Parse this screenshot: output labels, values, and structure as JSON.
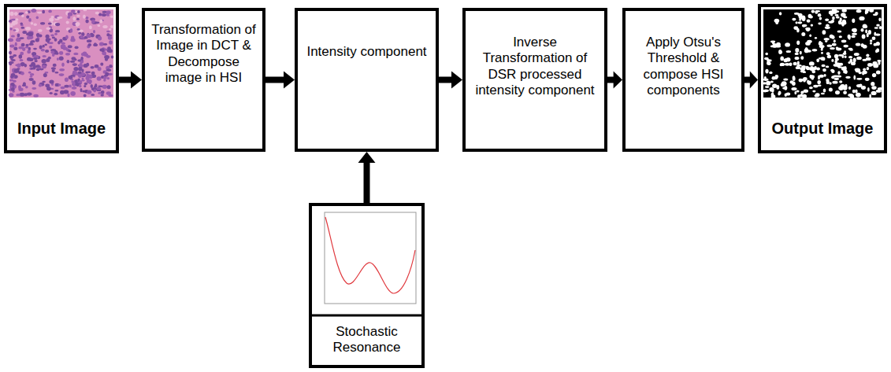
{
  "diagram": {
    "nodes": [
      {
        "text": [
          "Input Image"
        ]
      },
      {
        "text": [
          "Transformation of Image in DCT & Decompose image in HSI"
        ]
      },
      {
        "text": [
          "Intensity component"
        ]
      },
      {
        "text": [
          "Inverse Transformation of DSR processed intensity component"
        ]
      },
      {
        "text": [
          "Apply Otsu's Threshold & compose HSI components"
        ]
      },
      {
        "text": [
          "Output Image"
        ]
      },
      {
        "text": [
          "Stochastic Resonance"
        ]
      }
    ],
    "edges": [
      {
        "from": 0,
        "to": 1,
        "arrow": "to"
      },
      {
        "from": 1,
        "to": 2,
        "arrow": "to"
      },
      {
        "from": 2,
        "to": 3,
        "arrow": "to"
      },
      {
        "from": 3,
        "to": 4,
        "arrow": "to"
      },
      {
        "from": 4,
        "to": 5,
        "arrow": "to"
      },
      {
        "from": 6,
        "to": 2,
        "arrow": "to"
      }
    ]
  }
}
